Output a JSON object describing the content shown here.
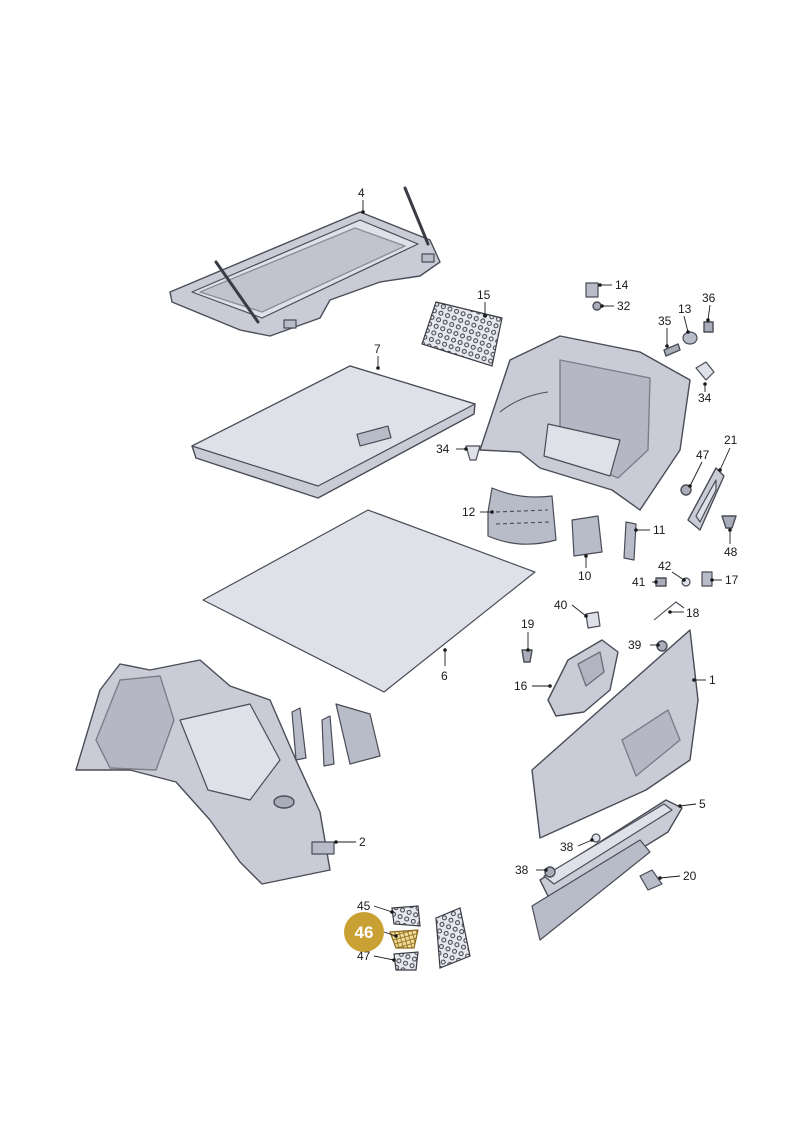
{
  "callouts": {
    "c1": "1",
    "c2": "2",
    "c4": "4",
    "c5": "5",
    "c6": "6",
    "c7": "7",
    "c10": "10",
    "c11": "11",
    "c12": "12",
    "c13": "13",
    "c14": "14",
    "c15": "15",
    "c16": "16",
    "c17": "17",
    "c18": "18",
    "c19": "19",
    "c20": "20",
    "c21": "21",
    "c32": "32",
    "c34a": "34",
    "c34b": "34",
    "c35": "35",
    "c36": "36",
    "c38a": "38",
    "c38b": "38",
    "c39": "39",
    "c40": "40",
    "c41": "41",
    "c42": "42",
    "c45": "45",
    "c47a": "47",
    "c47b": "47",
    "c48": "48"
  },
  "highlight": {
    "label": "46",
    "color": "#c9a034"
  }
}
